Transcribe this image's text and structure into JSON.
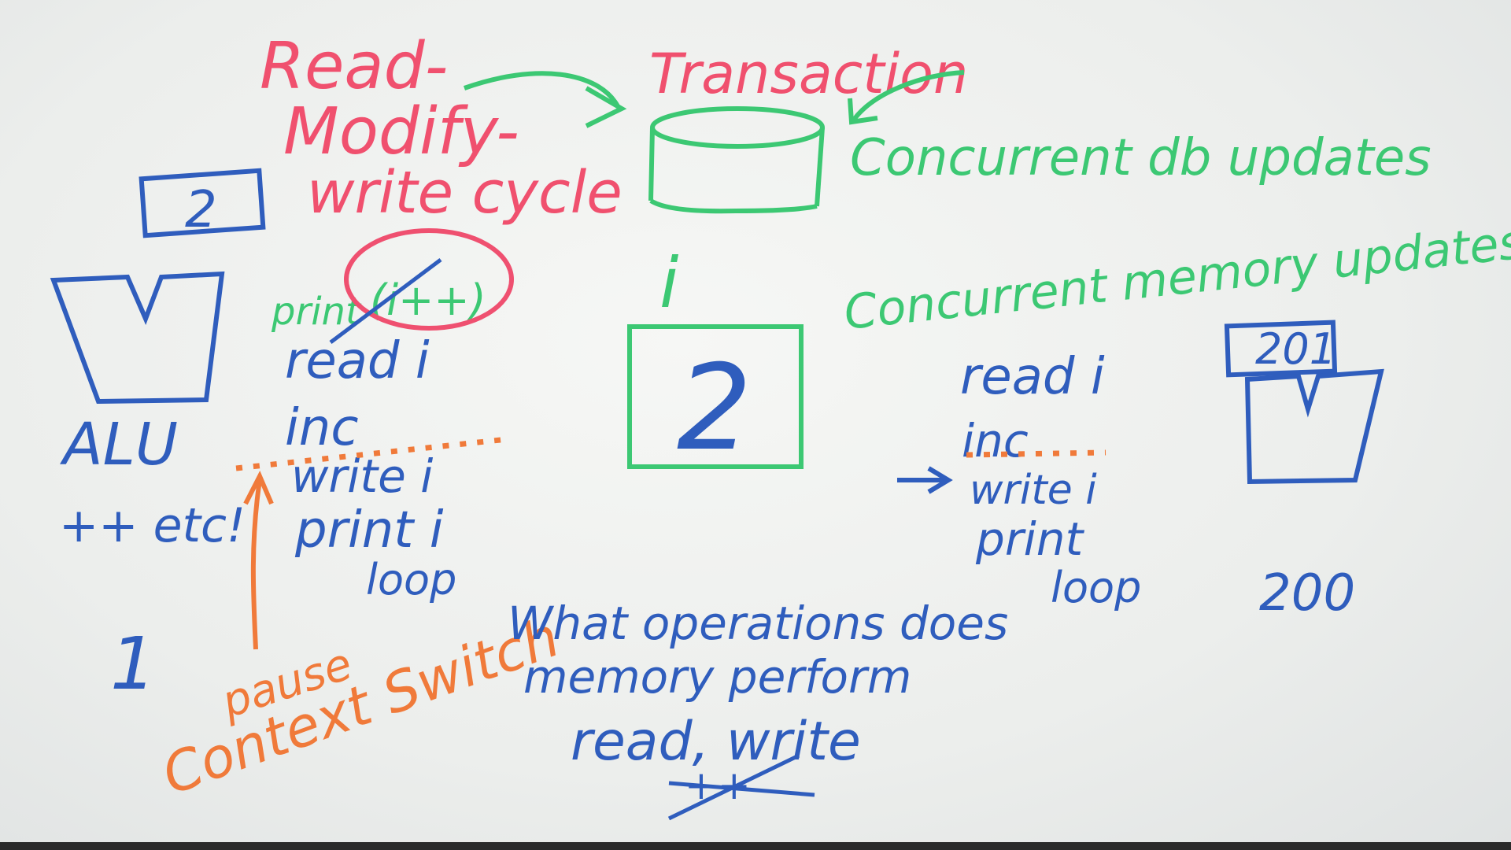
{
  "board": {
    "title_red": [
      "Read-",
      "Modify-",
      "write cycle"
    ],
    "transaction": "Transaction",
    "concurrent_db": "Concurrent db updates",
    "concurrent_memory": "Concurrent memory updates",
    "variable_name": "i",
    "memory_value": "2",
    "left_register_value": "2",
    "right_register_value": "201",
    "alu_label": "ALU",
    "alu_note": "++ etc!",
    "left_code": {
      "print_stmt": "print",
      "print_arg": "(i++)",
      "lines": [
        "read i",
        "inc",
        "write i",
        "print i",
        "loop"
      ]
    },
    "right_code": {
      "lines": [
        "read i",
        "inc",
        "write i",
        "print",
        "loop"
      ]
    },
    "left_count": "1",
    "right_count": "200",
    "pause_label": "pause",
    "context_switch": "Context Switch",
    "question": [
      "What operations does",
      "memory perform"
    ],
    "answer": "read, write",
    "crossed": "++",
    "colors": {
      "red": "#f0506e",
      "green": "#3cc873",
      "blue": "#2f5dbd",
      "orange": "#f07a3a",
      "board": "#f0f1ef"
    }
  }
}
